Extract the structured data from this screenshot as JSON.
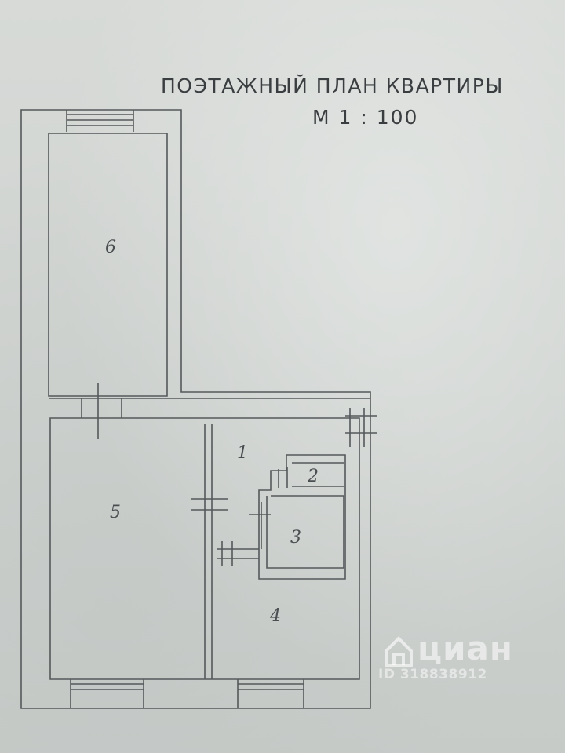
{
  "document": {
    "title": "ПОЭТАЖНЫЙ ПЛАН КВАРТИРЫ",
    "scale": "М 1 : 100"
  },
  "rooms": [
    {
      "number": "1"
    },
    {
      "number": "2"
    },
    {
      "number": "3"
    },
    {
      "number": "4"
    },
    {
      "number": "5"
    },
    {
      "number": "6"
    }
  ],
  "watermark": {
    "brand": "циан",
    "listing_id": "ID 318838912",
    "icon": "cian-house-icon"
  },
  "colors": {
    "paper": "#d3d6d3",
    "ink": "#3b3e40",
    "pencil": "#4b4e50"
  }
}
